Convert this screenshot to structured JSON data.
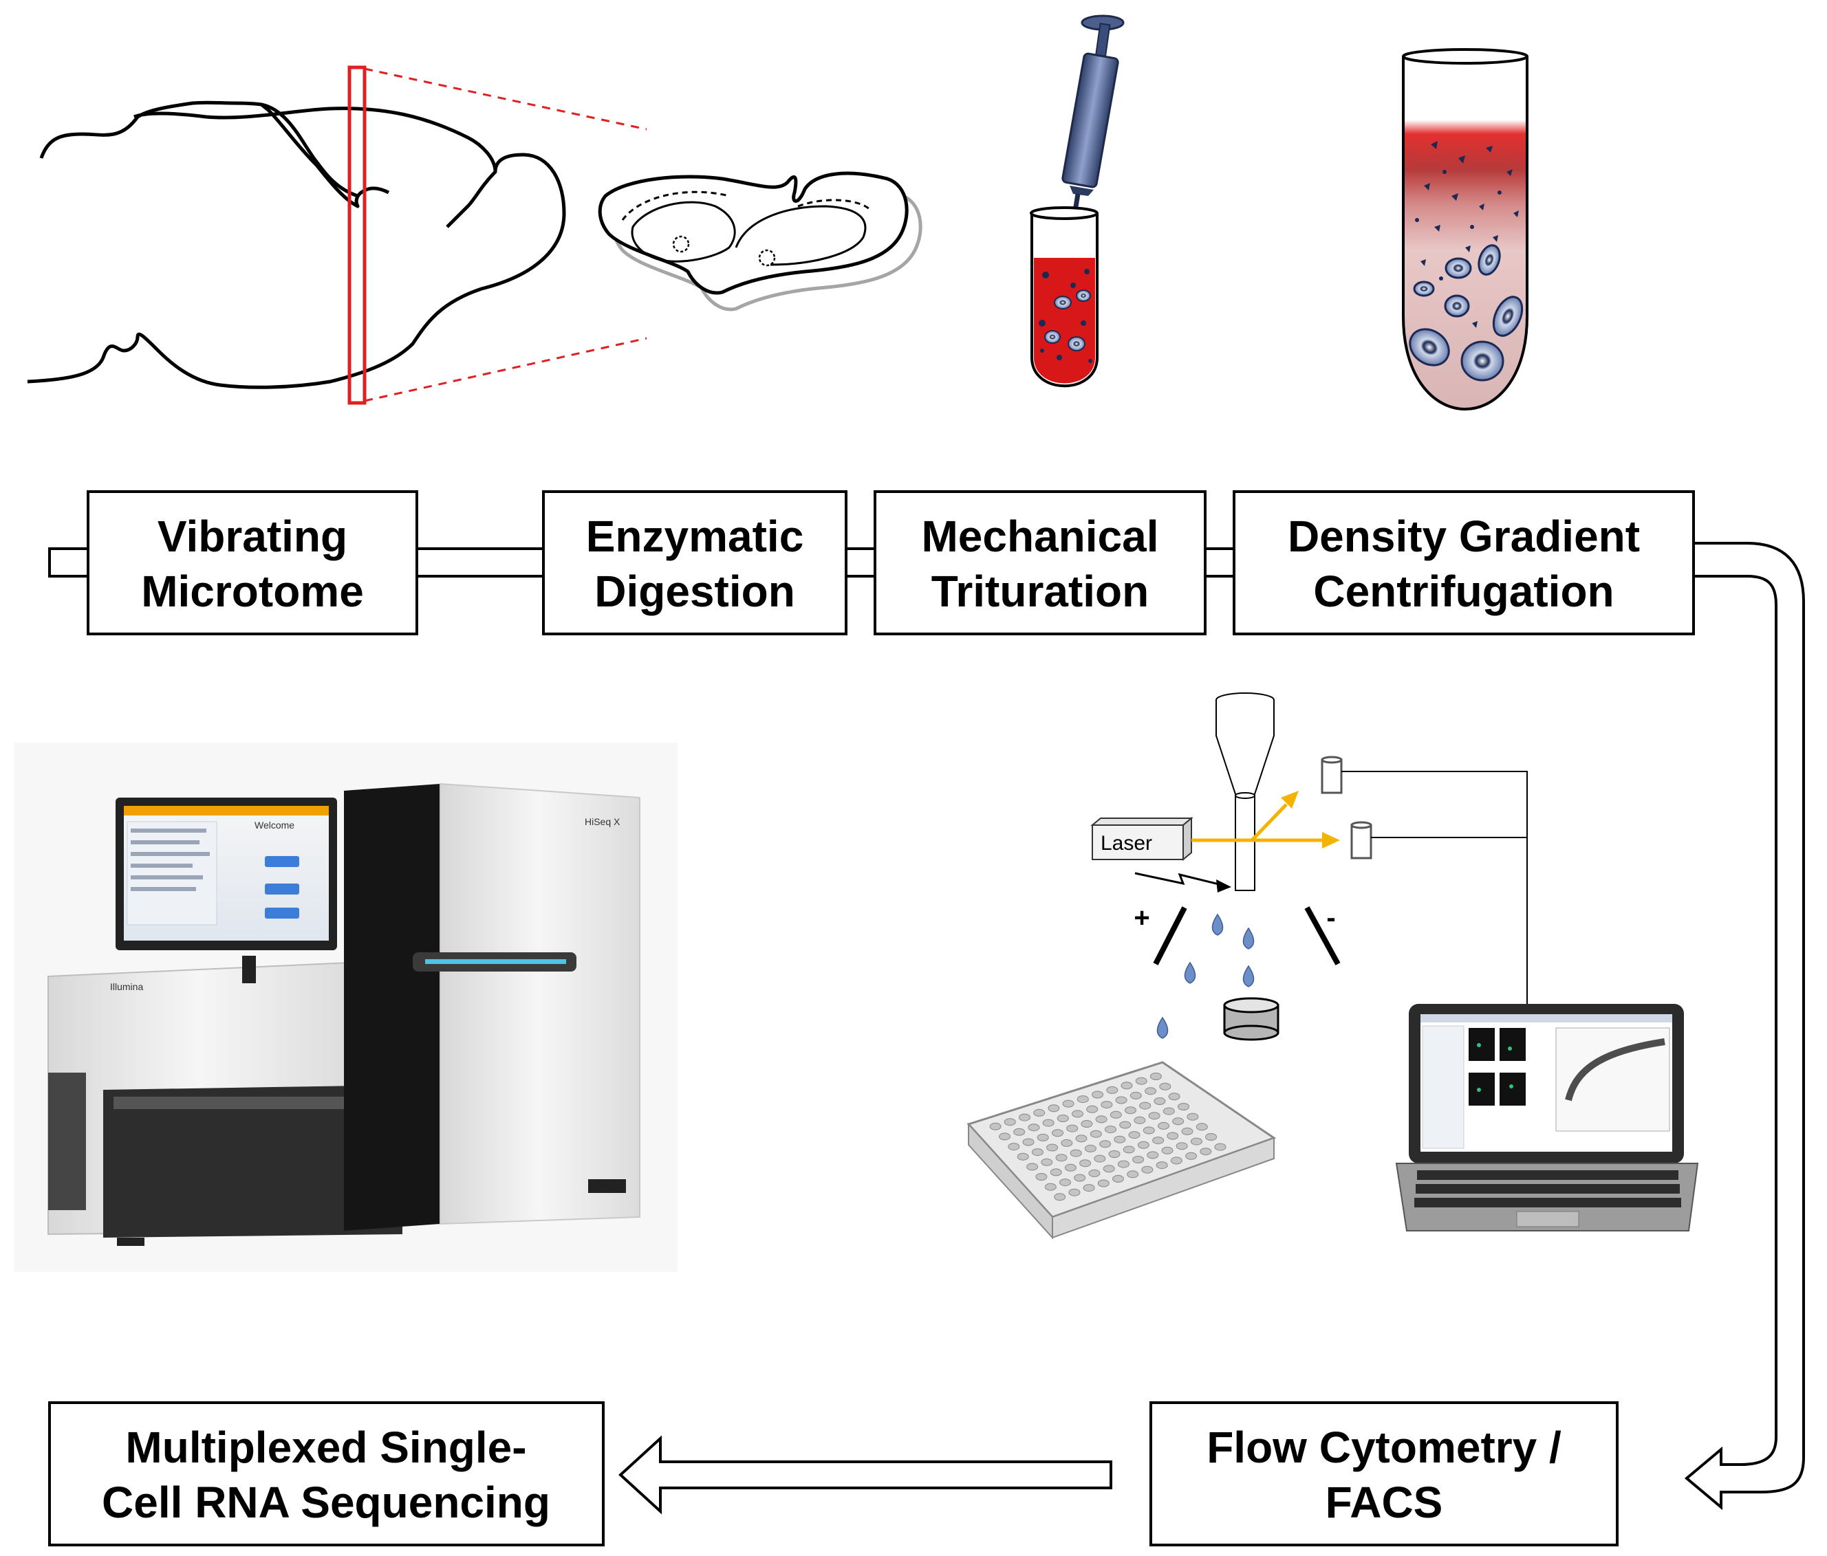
{
  "steps": [
    {
      "line1": "Vibrating",
      "line2": "Microtome"
    },
    {
      "line1": "Enzymatic",
      "line2": "Digestion"
    },
    {
      "line1": "Mechanical",
      "line2": "Trituration"
    },
    {
      "line1": "Density Gradient",
      "line2": "Centrifugation"
    }
  ],
  "facs": {
    "line1": "Flow Cytometry /",
    "line2": "FACS"
  },
  "sequencing": {
    "line1": "Multiplexed Single-",
    "line2": "Cell RNA Sequencing"
  },
  "sorter": {
    "laser_label": "Laser",
    "plus_label": "+",
    "minus_label": "-"
  },
  "sequencer": {
    "brand_label": "Illumina",
    "model_label": "HiSeq X",
    "screen_title": "Welcome"
  },
  "colors": {
    "roi_box": "#e02020",
    "laser_beam": "#f2b400",
    "medium": "#d81818",
    "syringe": "#4b5f8c",
    "cells": "#5a6f9e"
  }
}
